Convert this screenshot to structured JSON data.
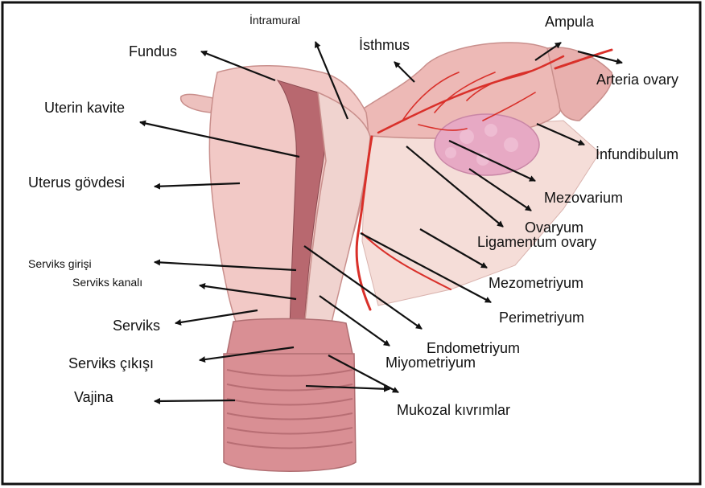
{
  "labels": {
    "intramural": "İntramural",
    "ampula": "Ampula",
    "isthmus": "İsthmus",
    "fundus": "Fundus",
    "arteria_ovary": "Arteria ovary",
    "uterin_kavite": "Uterin kavite",
    "infundibulum": "İnfundibulum",
    "uterus_govdesi": "Uterus gövdesi",
    "mezovarium": "Mezovarium",
    "ovaryum": "Ovaryum",
    "ligamentum_ovary": "Ligamentum  ovary",
    "serviks_girisi": "Serviks girişi",
    "serviks_kanali": "Serviks  kanalı",
    "mezometriyum": "Mezometriyum",
    "perimetriyum": "Perimetriyum",
    "serviks": "Serviks",
    "endometriyum": "Endometriyum",
    "serviks_cikisi": "Serviks  çıkışı",
    "miyometriyum": "Miyometriyum",
    "vajina": "Vajina",
    "mukozal_kivrimlar": "Mukozal kıvrımlar"
  },
  "colors": {
    "tissue": "#f2c9c6",
    "tissue_dark": "#e3a8a6",
    "tissue_deep": "#c9797c",
    "cavity": "#b8686f",
    "artery": "#d9302a",
    "ovary": "#e7a9c4",
    "border": "#111111"
  }
}
